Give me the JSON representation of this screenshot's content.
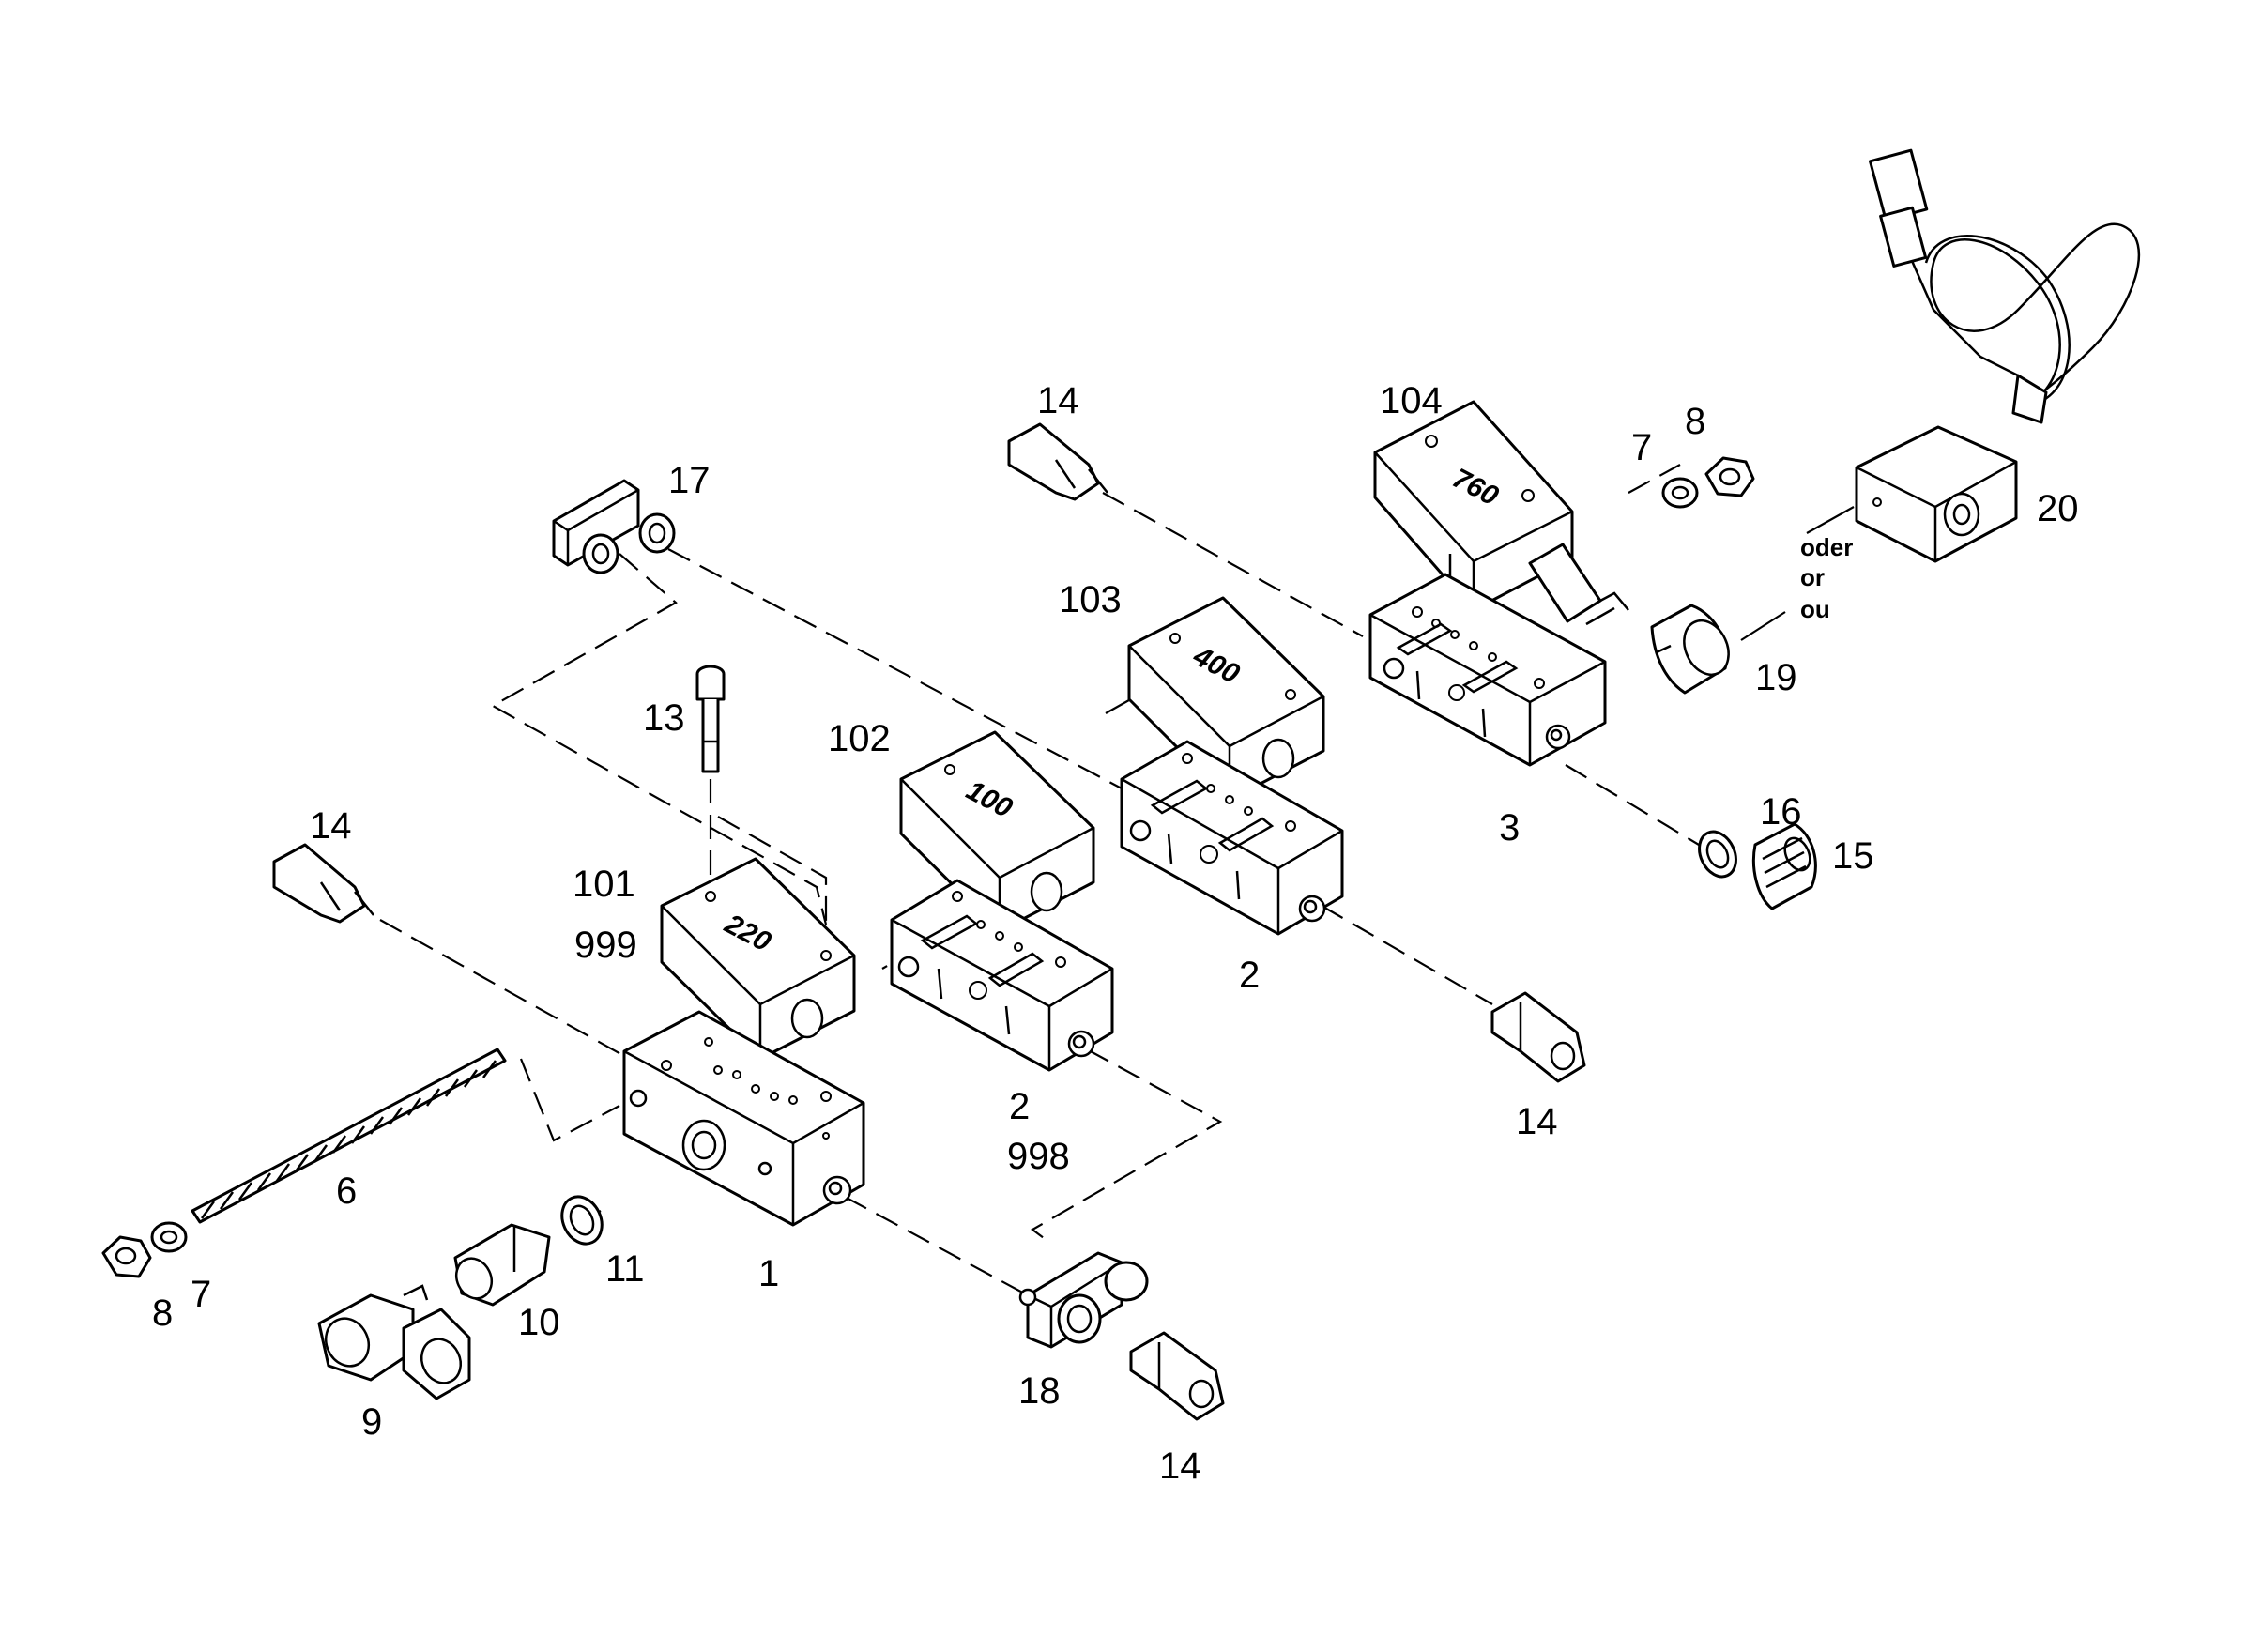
{
  "diagram": {
    "colors": {
      "ink": "#000000",
      "background": "#ffffff"
    },
    "callouts": [
      {
        "id": "c14a",
        "text": "14"
      },
      {
        "id": "c104",
        "text": "104"
      },
      {
        "id": "c7a",
        "text": "7"
      },
      {
        "id": "c8a",
        "text": "8"
      },
      {
        "id": "c20",
        "text": "20"
      },
      {
        "id": "c17",
        "text": "17"
      },
      {
        "id": "c103",
        "text": "103"
      },
      {
        "id": "c19",
        "text": "19"
      },
      {
        "id": "c13",
        "text": "13"
      },
      {
        "id": "c102",
        "text": "102"
      },
      {
        "id": "c3",
        "text": "3"
      },
      {
        "id": "c16",
        "text": "16"
      },
      {
        "id": "c15",
        "text": "15"
      },
      {
        "id": "c14b",
        "text": "14"
      },
      {
        "id": "c101",
        "text": "101"
      },
      {
        "id": "c999",
        "text": "999"
      },
      {
        "id": "c2a",
        "text": "2"
      },
      {
        "id": "c14c",
        "text": "14"
      },
      {
        "id": "c2b",
        "text": "2"
      },
      {
        "id": "c998",
        "text": "998"
      },
      {
        "id": "c6",
        "text": "6"
      },
      {
        "id": "c11",
        "text": "11"
      },
      {
        "id": "c1",
        "text": "1"
      },
      {
        "id": "c10",
        "text": "10"
      },
      {
        "id": "c8b",
        "text": "8"
      },
      {
        "id": "c7b",
        "text": "7"
      },
      {
        "id": "c9",
        "text": "9"
      },
      {
        "id": "c18",
        "text": "18"
      },
      {
        "id": "c14d",
        "text": "14"
      }
    ],
    "alternative_note": [
      "oder",
      "or",
      "ou"
    ],
    "block_stamps": {
      "b220": "220",
      "b100": "100",
      "b400": "400",
      "b760": "760"
    }
  }
}
